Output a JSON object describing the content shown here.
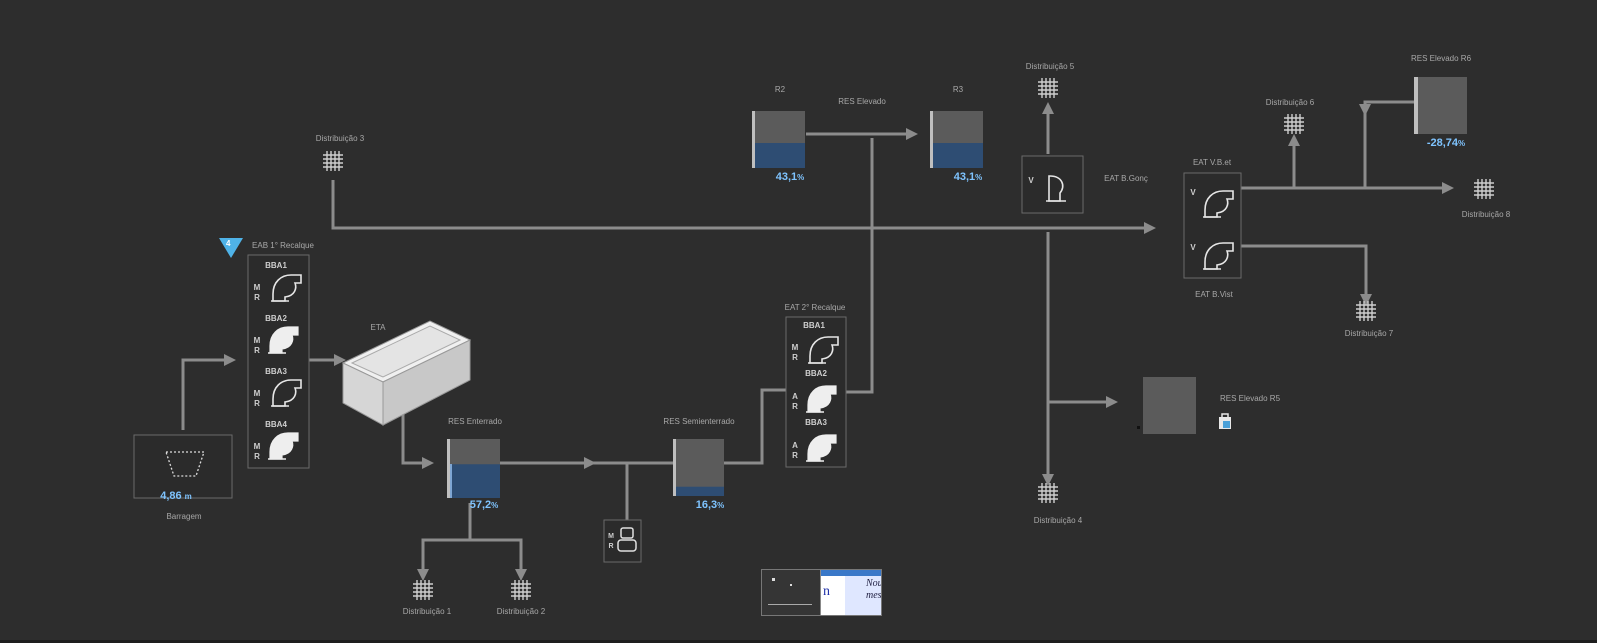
{
  "colors": {
    "background": "#2d2d2d",
    "pipe": "#8c8c8c",
    "water": "#2e4d73",
    "value": "#7fc4ff",
    "alarm": "#4fb3e8"
  },
  "alarm_badge": {
    "count": "4"
  },
  "dam": {
    "label": "Barragem",
    "value": "4,86",
    "unit": "m"
  },
  "eab1": {
    "label": "EAB 1° Recalque",
    "pumps": [
      {
        "name": "BBA1",
        "mode": "M",
        "state": "R"
      },
      {
        "name": "BBA2",
        "mode": "M",
        "state": "R"
      },
      {
        "name": "BBA3",
        "mode": "M",
        "state": "R"
      },
      {
        "name": "BBA4",
        "mode": "M",
        "state": "R"
      }
    ]
  },
  "eta": {
    "label": "ETA"
  },
  "res_enterrado": {
    "label": "RES Enterrado",
    "value": "57,2",
    "unit": "%",
    "level": 0.572
  },
  "res_semienterrado": {
    "label": "RES Semienterrado",
    "value": "16,3",
    "unit": "%",
    "level": 0.163
  },
  "valve_mr": {
    "mode": "M",
    "state": "R"
  },
  "eat2": {
    "label": "EAT 2° Recalque",
    "pumps": [
      {
        "name": "BBA1",
        "mode": "M",
        "state": "R"
      },
      {
        "name": "BBA2",
        "mode": "A",
        "state": "R"
      },
      {
        "name": "BBA3",
        "mode": "A",
        "state": "R"
      }
    ]
  },
  "r2": {
    "label": "R2",
    "value": "43,1",
    "unit": "%",
    "level": 0.431
  },
  "r3": {
    "label": "R3",
    "value": "43,1",
    "unit": "%",
    "level": 0.431
  },
  "res_elevado": {
    "label": "RES Elevado"
  },
  "eat_bgonc": {
    "label": "EAT B.Gonç",
    "mode": "V"
  },
  "eat_vbet": {
    "label": "EAT V.B.et",
    "pumps": [
      {
        "mode": "V"
      },
      {
        "mode": "V"
      }
    ]
  },
  "eat_bvist": {
    "label": "EAT B.Vist"
  },
  "res_r6": {
    "label": "RES Elevado R6",
    "value": "-28,74",
    "unit": "%"
  },
  "res_r5": {
    "label": "RES Elevado  R5"
  },
  "distribution": {
    "d1": "Distribuição 1",
    "d2": "Distribuição 2",
    "d3": "Distribuição 3",
    "d4": "Distribuição 4",
    "d5": "Distribuição 5",
    "d6": "Distribuição 6",
    "d7": "Distribuição 7",
    "d8": "Distribuição 8"
  },
  "thumbnail": {
    "text1": "Nou",
    "text2": "mes"
  }
}
